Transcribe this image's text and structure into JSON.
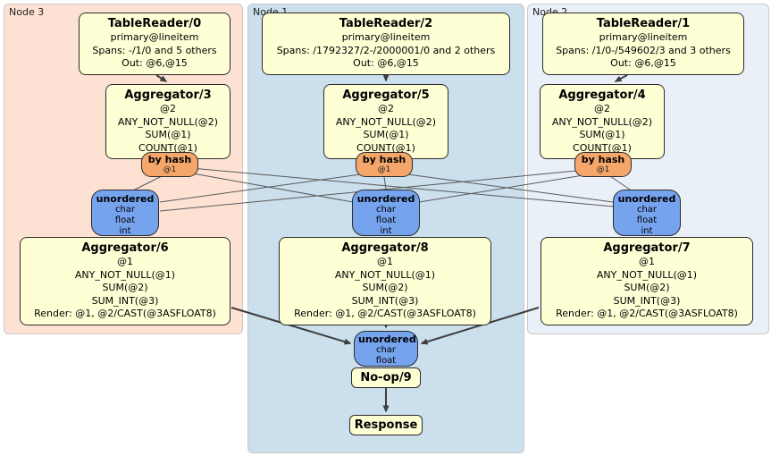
{
  "colors": {
    "node3_bg": "#fde2d3",
    "node1_bg": "#cbdfec",
    "node2_bg": "#e9f0f8",
    "processor_fill": "#ffffd6",
    "router_fill": "#f5a76b",
    "sync_fill": "#76a3ee",
    "edge_thin": "#5a5a5a",
    "edge_thick": "#3d3d3d"
  },
  "nodes": [
    {
      "label": "Node 3",
      "tablereader": {
        "title": "TableReader/0",
        "lines": [
          "primary@lineitem",
          "Spans: -/1/0 and 5 others",
          "Out: @6,@15"
        ]
      },
      "aggregator_top": {
        "title": "Aggregator/3",
        "lines": [
          "@2",
          "ANY_NOT_NULL(@2)",
          "SUM(@1)",
          "COUNT(@1)"
        ]
      },
      "router": {
        "title": "by hash",
        "sub": "@1"
      },
      "sync": {
        "title": "unordered",
        "lines": [
          "char",
          "float",
          "int"
        ]
      },
      "aggregator_bottom": {
        "title": "Aggregator/6",
        "lines": [
          "@1",
          "ANY_NOT_NULL(@1)",
          "SUM(@2)",
          "SUM_INT(@3)",
          "Render: @1, @2/CAST(@3ASFLOAT8)"
        ]
      }
    },
    {
      "label": "Node 1",
      "tablereader": {
        "title": "TableReader/2",
        "lines": [
          "primary@lineitem",
          "Spans: /1792327/2-/2000001/0 and 2 others",
          "Out: @6,@15"
        ]
      },
      "aggregator_top": {
        "title": "Aggregator/5",
        "lines": [
          "@2",
          "ANY_NOT_NULL(@2)",
          "SUM(@1)",
          "COUNT(@1)"
        ]
      },
      "router": {
        "title": "by hash",
        "sub": "@1"
      },
      "sync": {
        "title": "unordered",
        "lines": [
          "char",
          "float",
          "int"
        ]
      },
      "aggregator_bottom": {
        "title": "Aggregator/8",
        "lines": [
          "@1",
          "ANY_NOT_NULL(@1)",
          "SUM(@2)",
          "SUM_INT(@3)",
          "Render: @1, @2/CAST(@3ASFLOAT8)"
        ]
      }
    },
    {
      "label": "Node 2",
      "tablereader": {
        "title": "TableReader/1",
        "lines": [
          "primary@lineitem",
          "Spans: /1/0-/549602/3 and 3 others",
          "Out: @6,@15"
        ]
      },
      "aggregator_top": {
        "title": "Aggregator/4",
        "lines": [
          "@2",
          "ANY_NOT_NULL(@2)",
          "SUM(@1)",
          "COUNT(@1)"
        ]
      },
      "router": {
        "title": "by hash",
        "sub": "@1"
      },
      "sync": {
        "title": "unordered",
        "lines": [
          "char",
          "float",
          "int"
        ]
      },
      "aggregator_bottom": {
        "title": "Aggregator/7",
        "lines": [
          "@1",
          "ANY_NOT_NULL(@1)",
          "SUM(@2)",
          "SUM_INT(@3)",
          "Render: @1, @2/CAST(@3ASFLOAT8)"
        ]
      }
    }
  ],
  "final": {
    "sync": {
      "title": "unordered",
      "lines": [
        "char",
        "float"
      ]
    },
    "noop_label": "No-op/9",
    "response_label": "Response"
  }
}
